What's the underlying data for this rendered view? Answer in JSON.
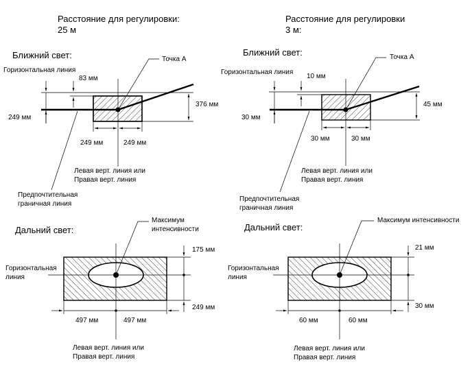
{
  "left": {
    "distance_line1": "Расстояние для регулировки:",
    "distance_line2": "25 м",
    "low_beam": {
      "title": "Ближний свет:",
      "horizontal_line": "Горизонтальная линия",
      "point_a": "Точка A",
      "offset_top": "83 мм",
      "offset_left": "249 мм",
      "height": "376 мм",
      "width_left": "249 мм",
      "width_right": "249 мм",
      "vertical_line_1": "Левая верт. линия или",
      "vertical_line_2": "Правая верт. линия",
      "boundary_1": "Предпочтительная",
      "boundary_2": "граничная линия"
    },
    "high_beam": {
      "title": "Дальний свет:",
      "max_1": "Максимум",
      "max_2": "интенсивности",
      "horizontal_1": "Горизонтальная",
      "horizontal_2": "линия",
      "top": "175 мм",
      "bottom": "249 мм",
      "width_left": "497 мм",
      "width_right": "497 мм",
      "vertical_line_1": "Левая верт. линия или",
      "vertical_line_2": "Правая верт. линия"
    }
  },
  "right": {
    "distance_line1": "Расстояние для регулировки",
    "distance_line2": "3 м:",
    "low_beam": {
      "title": "Ближний свет:",
      "horizontal_line": "Горизонтальная линия",
      "point_a": "Точка A",
      "offset_top": "10 мм",
      "offset_left": "30 мм",
      "height": "45 мм",
      "width_left": "30 мм",
      "width_right": "30 мм",
      "vertical_line_1": "Левая верт. линия или",
      "vertical_line_2": "Правая верт. линия",
      "boundary_1": "Предпочтительная",
      "boundary_2": "граничная линия"
    },
    "high_beam": {
      "title": "Дальний свет:",
      "max_1": "Максимум интенсивности",
      "horizontal_1": "Горизонтальная",
      "horizontal_2": "линия",
      "top": "21 мм",
      "bottom": "30 мм",
      "width_left": "60 мм",
      "width_right": "60 мм",
      "vertical_line_1": "Левая верт. линия или",
      "vertical_line_2": "Правая верт. линия"
    }
  }
}
